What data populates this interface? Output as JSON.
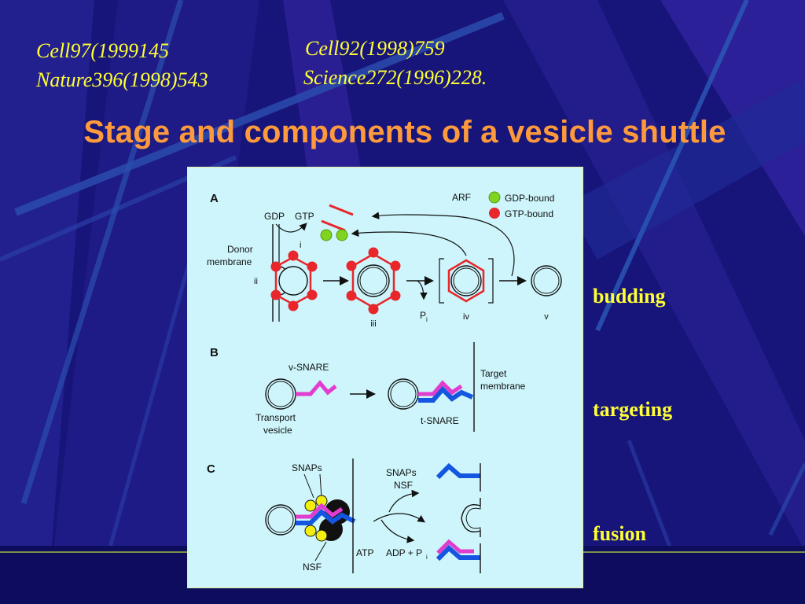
{
  "references": {
    "left_line1": "Cell97(1999145",
    "left_line2": "Nature396(1998)543",
    "right_line1": "Cell92(1998)759",
    "right_line2": "Science272(1996)228."
  },
  "title": "Stage and components of a vesicle shuttle",
  "stages": {
    "budding": "budding",
    "targeting": "targeting",
    "fusion": "fusion"
  },
  "figure": {
    "panel_a": {
      "label": "A",
      "arf": "ARF",
      "legend_gdp": "GDP-bound",
      "legend_gtp": "GTP-bound",
      "gdp": "GDP",
      "gtp": "GTP",
      "step_i": "i",
      "donor_line1": "Donor",
      "donor_line2": "membrane",
      "step_ii": "ii",
      "step_iii": "iii",
      "pi": "P",
      "pi_sub": "i",
      "step_iv": "iv",
      "step_v": "v"
    },
    "panel_b": {
      "label": "B",
      "v_snare": "v-SNARE",
      "target_line1": "Target",
      "target_line2": "membrane",
      "transport_line1": "Transport",
      "transport_line2": "vesicle",
      "t_snare": "t-SNARE"
    },
    "panel_c": {
      "label": "C",
      "snaps": "SNAPs",
      "snaps_nsf_line1": "SNAPs",
      "snaps_nsf_line2": "NSF",
      "nsf": "NSF",
      "atp": "ATP",
      "adp": "ADP + P",
      "adp_sub": "i"
    }
  },
  "colors": {
    "background": "#17157a",
    "reference_text": "#ffff33",
    "title": "#ff9a3c",
    "figure_bg": "#cdf5fb",
    "gdp_bound": "#7fd321",
    "gtp_bound": "#e8262b",
    "v_snare": "#e23ccf",
    "t_snare": "#1556e0",
    "snap": "#f3ee10"
  }
}
